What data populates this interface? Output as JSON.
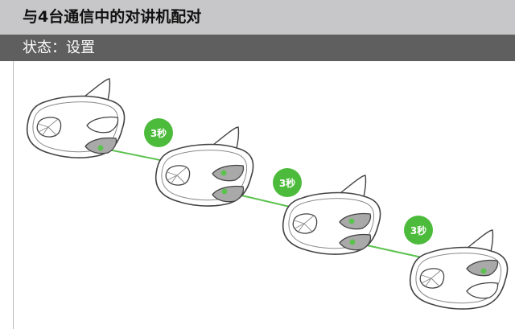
{
  "header": {
    "title": "与4台通信中的对讲机配对"
  },
  "status": {
    "text": "状态：设置"
  },
  "diagram": {
    "hold_labels": [
      "3秒",
      "3秒",
      "3秒"
    ],
    "colors": {
      "link_line": "#5cc24f",
      "badge": "#4cbb3b",
      "device_stroke": "#444444",
      "button_fill": "#a9a9a9"
    }
  }
}
